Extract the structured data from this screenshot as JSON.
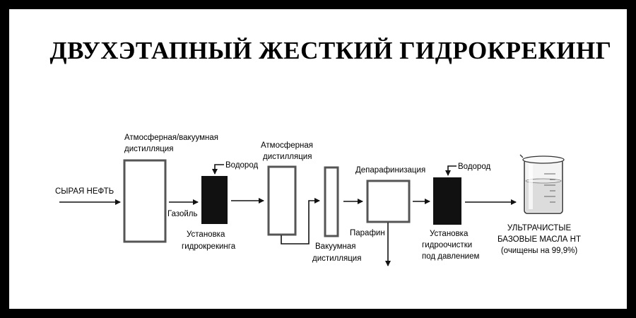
{
  "title": "ДВУХЭТАПНЫЙ ЖЕСТКИЙ ГИДРОКРЕКИНГ",
  "labels": {
    "crude_oil": "СЫРАЯ НЕФТЬ",
    "atm_vac_dist_1": "Атмосферная/вакуумная",
    "atm_vac_dist_2": "дистилляция",
    "gasoil": "Газойль",
    "hydrogen": "Водород",
    "hydrocracking_1": "Установка",
    "hydrocracking_2": "гидрокрекинга",
    "atm_dist_1": "Атмосферная",
    "atm_dist_2": "дистилляция",
    "vac_dist_1": "Вакуумная",
    "vac_dist_2": "дистилляция",
    "dewaxing": "Депарафинизация",
    "paraffin": "Парафин",
    "hydrotreat_1": "Установка",
    "hydrotreat_2": "гидроочистки",
    "hydrotreat_3": "под давлением",
    "product_1": "УЛЬТРАЧИСТЫЕ",
    "product_2": "БАЗОВЫЕ МАСЛА НТ",
    "product_3": "(очищены на 99,9%)"
  },
  "colors": {
    "frame": "#000000",
    "box_stroke": "#555555",
    "reactor_fill": "#111111"
  }
}
